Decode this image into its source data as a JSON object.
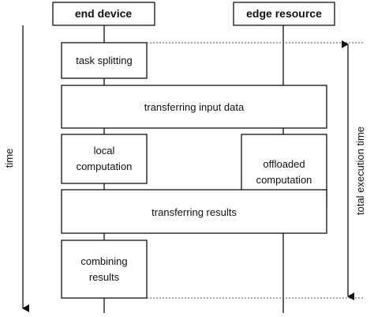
{
  "headers": {
    "end_device": "end device",
    "edge_resource": "edge resource"
  },
  "steps": {
    "task_splitting": "task splitting",
    "transferring_input": "transferring input data",
    "local_computation_line1": "local",
    "local_computation_line2": "computation",
    "offloaded_computation_line1": "offloaded",
    "offloaded_computation_line2": "computation",
    "transferring_results": "transferring results",
    "combining_results_line1": "combining",
    "combining_results_line2": "results"
  },
  "axes": {
    "time": "time",
    "total_execution_time": "total execution time"
  }
}
